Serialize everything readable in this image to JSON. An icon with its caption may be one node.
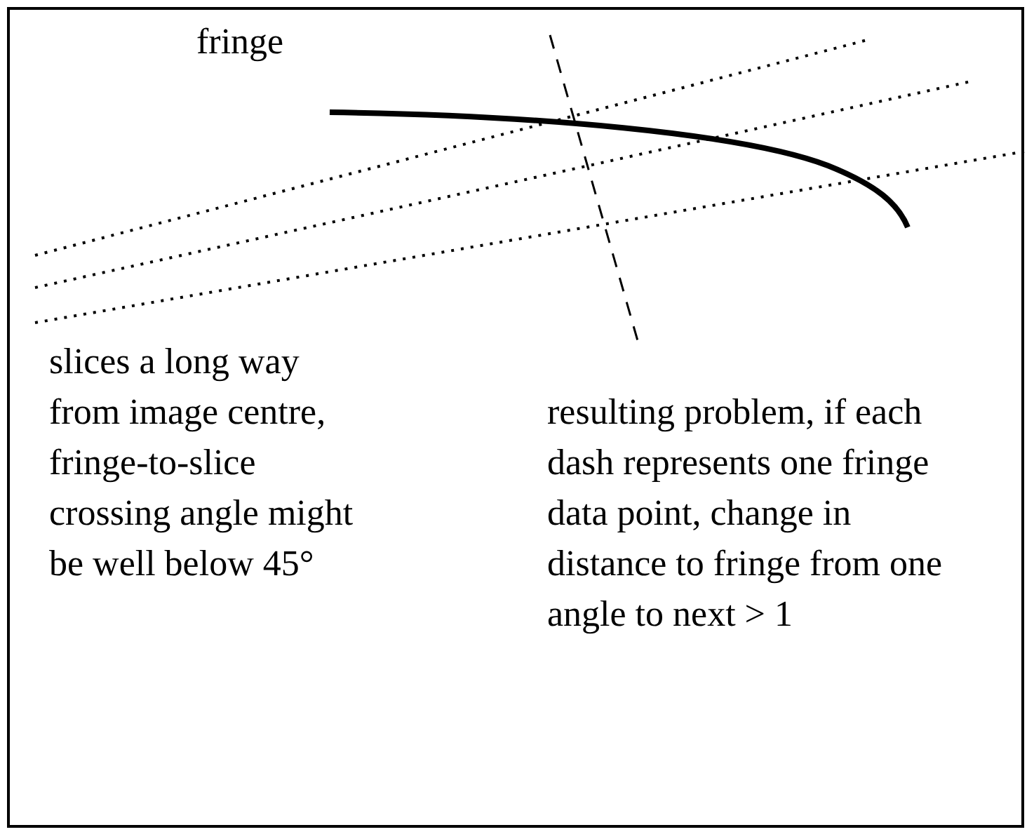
{
  "diagram": {
    "labels": [
      "fringe",
      "slices a long way from image centre, fringe-to-slice crossing angle might be well below 45°",
      "resulting problem, if each dash represents one fringe data point, change in distance to fringe from one angle to next > 1"
    ]
  }
}
